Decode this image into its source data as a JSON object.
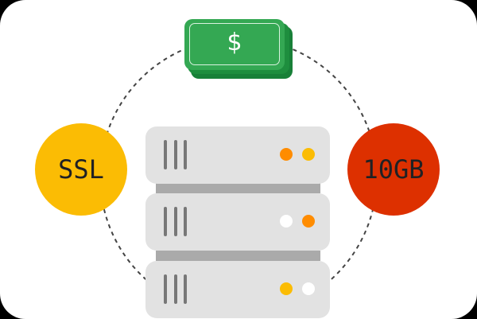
{
  "diagram": {
    "title": "",
    "money": {
      "symbol": "$",
      "colors": {
        "front": "#34A853",
        "middle": "#1E8E3E",
        "back": "#188038"
      }
    },
    "badges": [
      {
        "label": "SSL",
        "color": "#FBBC04",
        "position": "left"
      },
      {
        "label": "10GB",
        "color": "#DD3000",
        "position": "right"
      }
    ],
    "server": {
      "units": [
        {
          "leds": [
            "#FF8C00",
            "#FBBC04"
          ]
        },
        {
          "leds": [
            "#FFFFFF",
            "#FF8C00"
          ]
        },
        {
          "leds": [
            "#FBBC04",
            "#FFFFFF"
          ]
        }
      ],
      "body_color": "#E2E2E2",
      "connector_color": "#AAAAAA",
      "vent_color": "#777777"
    },
    "orbit": {
      "style": "dashed",
      "color": "#444444"
    }
  }
}
